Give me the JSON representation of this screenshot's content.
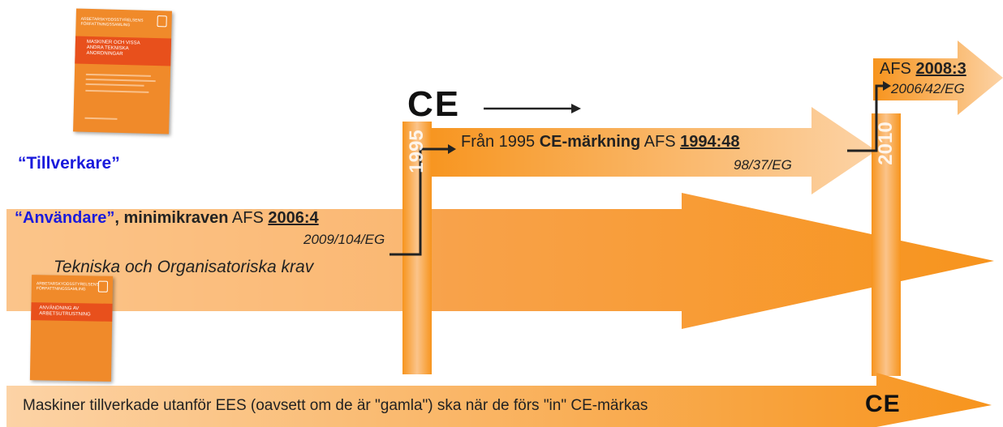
{
  "colors": {
    "orange": "#f7941d",
    "orange_light": "#fbc48a",
    "blue": "#1a1adc",
    "arrow": "#222222"
  },
  "book_top": {
    "header": "ARBETARSKYDDSSTYRELSENS FÖRFATTNINGSSAMLING",
    "title": "MASKINER OCH VISSA ANDRA TEKNISKA ANORDNINGAR"
  },
  "book_bottom": {
    "header": "ARBETARSKYDDSSTYRELSENS FÖRFATTNINGSSAMLING",
    "title": "ANVÄNDNING AV ARBETSUTRUSTNING"
  },
  "labels": {
    "tillverkare": "“Tillverkare”",
    "anvandare": "“Användare”",
    "minimikraven": ", minimikraven",
    "afs_prefix": " AFS ",
    "afs_2006": "2006:4",
    "dir_2009": "2009/104/EG",
    "tekniska": "Tekniska och Organisatoriska krav",
    "fran_prefix": "Från 1995 ",
    "ce_markning": "CE-märkning",
    "afs_1994_prefix": " AFS ",
    "afs_1994": "1994:48",
    "dir_98": "98/37/EG",
    "afs_top_prefix": "AFS ",
    "afs_2008": "2008:3",
    "dir_2006": "2006/42/EG",
    "year_1995": "1995",
    "year_2010": "2010",
    "bottom_text": "Maskiner tillverkade utanför EES (oavsett om de är \"gamla\") ska när de förs \"in\" CE-märkas",
    "ce_mark": "CE"
  }
}
